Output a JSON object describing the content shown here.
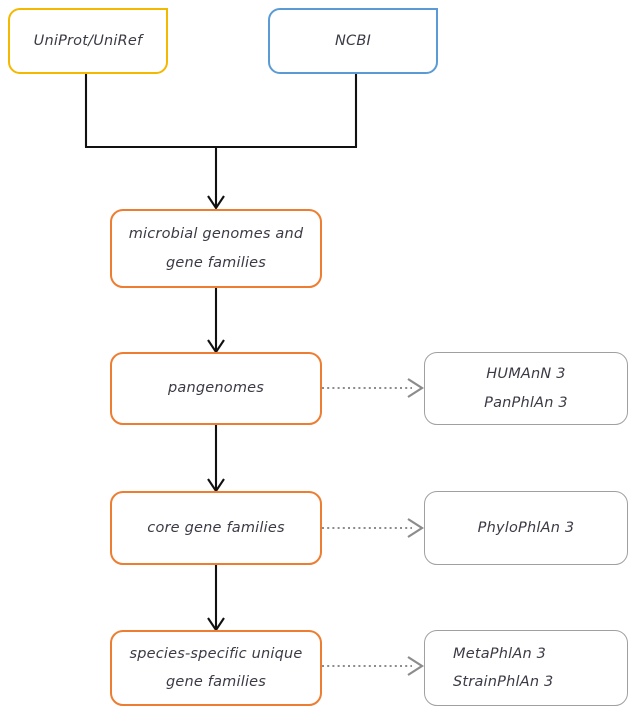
{
  "diagram": {
    "type": "flowchart",
    "title": "",
    "colors": {
      "uniprot_border": "#F5B800",
      "ncbi_border": "#5B9BD5",
      "pipeline_border": "#ED7D31",
      "tool_border": "#A0A0A0",
      "solid_connector": "#111111",
      "dotted_connector": "#8C8C8C",
      "text": "#3b3b46",
      "background": "#ffffff"
    },
    "sources": [
      {
        "id": "uniprot",
        "label": "UniProt/UniRef"
      },
      {
        "id": "ncbi",
        "label": "NCBI"
      }
    ],
    "pipeline": [
      {
        "id": "genomes",
        "line1": "microbial genomes and",
        "line2": "gene families"
      },
      {
        "id": "pangenomes",
        "line1": "pangenomes",
        "line2": ""
      },
      {
        "id": "coregenes",
        "line1": "core gene families",
        "line2": ""
      },
      {
        "id": "unique",
        "line1": "species-specific unique",
        "line2": "gene families"
      }
    ],
    "tools": [
      {
        "id": "tools-pangenomes",
        "line1": "HUMAnN 3",
        "line2": "PanPhlAn 3",
        "from": "pangenomes"
      },
      {
        "id": "tools-core",
        "line1": "PhyloPhlAn 3",
        "line2": "",
        "from": "coregenes"
      },
      {
        "id": "tools-unique",
        "line1": "MetaPhlAn 3",
        "line2": "StrainPhlAn 3",
        "from": "unique"
      }
    ],
    "edges": [
      {
        "from": "uniprot",
        "to": "genomes",
        "style": "solid",
        "arrow": true
      },
      {
        "from": "ncbi",
        "to": "genomes",
        "style": "solid",
        "arrow": true
      },
      {
        "from": "genomes",
        "to": "pangenomes",
        "style": "solid",
        "arrow": true
      },
      {
        "from": "pangenomes",
        "to": "coregenes",
        "style": "solid",
        "arrow": true
      },
      {
        "from": "coregenes",
        "to": "unique",
        "style": "solid",
        "arrow": true
      },
      {
        "from": "pangenomes",
        "to": "tools-pangenomes",
        "style": "dotted",
        "arrow": true
      },
      {
        "from": "coregenes",
        "to": "tools-core",
        "style": "dotted",
        "arrow": true
      },
      {
        "from": "unique",
        "to": "tools-unique",
        "style": "dotted",
        "arrow": true
      }
    ]
  }
}
